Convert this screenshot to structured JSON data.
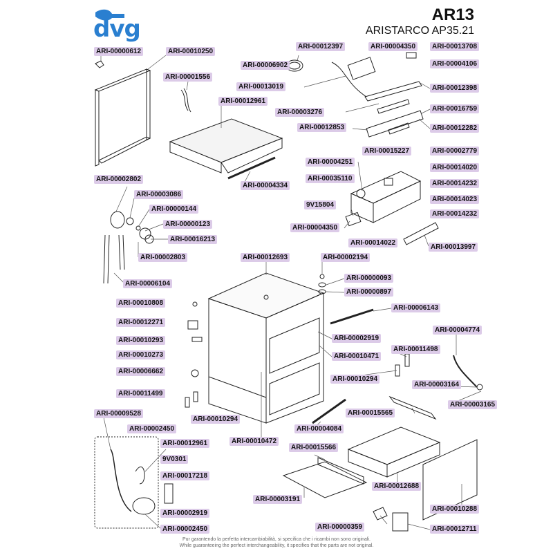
{
  "header": {
    "brand": "dvg",
    "model": "AR13",
    "subtitle": "ARISTARCO AP35.21",
    "brand_color": "#2a7fd0"
  },
  "label_color": "#dccbe8",
  "parts": [
    "ARI-00000612",
    "ARI-00010250",
    "ARI-00001556",
    "ARI-00012961",
    "ARI-00012397",
    "ARI-00004350",
    "ARI-00013708",
    "ARI-00006902",
    "ARI-00004106",
    "ARI-00013019",
    "ARI-00012398",
    "ARI-00003276",
    "ARI-00016759",
    "ARI-00012853",
    "ARI-00012282",
    "ARI-00015227",
    "ARI-00002779",
    "ARI-00004251",
    "ARI-00014020",
    "ARI-00035110",
    "ARI-00014232",
    "9V15804",
    "ARI-00014023",
    "ARI-00014232",
    "ARI-00004350",
    "ARI-00014022",
    "ARI-00013997",
    "ARI-00004334",
    "ARI-00002802",
    "ARI-00003086",
    "ARI-00000144",
    "ARI-00000123",
    "ARI-00016213",
    "ARI-00002803",
    "ARI-00006104",
    "ARI-00012693",
    "ARI-00002194",
    "ARI-00000093",
    "ARI-00000897",
    "ARI-00010808",
    "ARI-00006143",
    "ARI-00012271",
    "ARI-00004774",
    "ARI-00002919",
    "ARI-00010293",
    "ARI-00011498",
    "ARI-00010471",
    "ARI-00010273",
    "ARI-00006662",
    "ARI-00010294",
    "ARI-00003164",
    "ARI-00011499",
    "ARI-00003165",
    "ARI-00015565",
    "ARI-00010294",
    "ARI-00009528",
    "ARI-00004084",
    "ARI-00002450",
    "ARI-00010472",
    "ARI-00012961",
    "ARI-00015566",
    "9V0301",
    "ARI-00017218",
    "ARI-00012688",
    "ARI-00003191",
    "ARI-00002919",
    "ARI-00010288",
    "ARI-00000359",
    "ARI-00002450",
    "ARI-00012711"
  ],
  "footer": {
    "line1": "Pur garantendo la perfetta intercambiabilità, si specifica che i ricambi non sono originali.",
    "line2": "While guaranteeing the perfect interchangeability, it specifies that the parts are not original."
  }
}
